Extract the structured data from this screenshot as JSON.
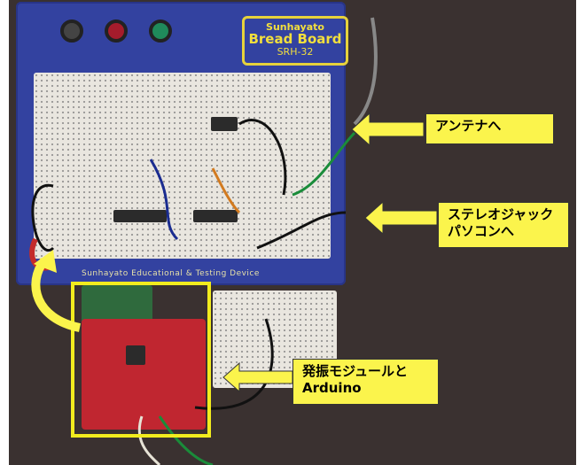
{
  "image": {
    "description_tags": [
      "breadboard",
      "electronics"
    ],
    "colors": {
      "board_blue": "#3342a0",
      "callout_yellow": "#fbf44c",
      "highlight_yellow": "#f2ec1e",
      "arduino_red": "#c02630"
    }
  },
  "breadboard": {
    "maker": "Sunhayato",
    "name": "Bread Board",
    "model": "SRH-32",
    "stripe": "Sunhayato Educational & Testing Device"
  },
  "callouts": {
    "antenna": "アンテナへ",
    "jack_line1": "ステレオジャック",
    "jack_line2": "パソコンへ",
    "module_line1": "発振モジュールと",
    "module_line2": "Arduino"
  },
  "icons": [
    "arrow-left-icon",
    "curved-arrow-icon"
  ]
}
